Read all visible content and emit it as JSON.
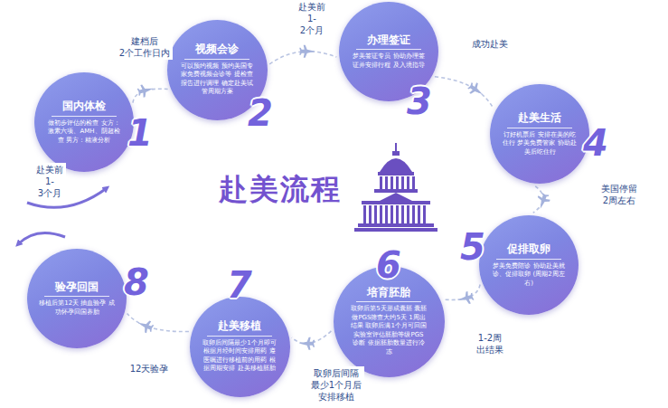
{
  "diagram": {
    "title": "赴美流程",
    "nodes": [
      {
        "text": [
          "国内体检",
          "做初步评估的检查 女方：激素六项、AMH、阴超检查 男方：精液分析",
          "1"
        ]
      },
      {
        "text": [
          "视频会诊",
          "可以预约视频 预约美国专家免费视频会诊等 提检查报告进行调理 确定赴美试管周期方案",
          "2"
        ]
      },
      {
        "text": [
          "办理签证",
          "梦美签证专员 协助办理签证并安排行程 及入境指导",
          "3"
        ]
      },
      {
        "text": [
          "赴美生活",
          "订好机票后 安排在美的吃住行 梦美免费管家 协助赴美后吃住行",
          "4"
        ]
      },
      {
        "text": [
          "促排取卵",
          "梦美免费陪诊 协助赴美就诊、促排取卵 (周期2周左右)",
          "5"
        ]
      },
      {
        "text": [
          "培育胚胎",
          "取卵后第5天形成囊胚 囊胚做PGS筛查大约5天 1周出结果 取卵后满1个月可回国 实验室评估胚胎等级PGS诊断 依据胚胎数量进行冷冻",
          "6"
        ]
      },
      {
        "text": [
          "赴美移植",
          "取卵后间隔最少1个月即可根据月经时间安排用药 遵医嘱进行移植前的用药 根据周期安排 赴美移植胚胎",
          "7"
        ]
      },
      {
        "text": [
          "验孕回国",
          "移植后第12天 抽血验孕 成功怀孕回国养胎",
          "8"
        ]
      }
    ],
    "edges": [
      {
        "from": 0,
        "to": 1,
        "label": "建档后 2个工作日内",
        "arrow": "to"
      },
      {
        "from": 1,
        "to": 2,
        "label": "赴美前 1-2个月",
        "arrow": "to"
      },
      {
        "from": 2,
        "to": 3,
        "label": "成功赴美",
        "arrow": "to"
      },
      {
        "from": 3,
        "to": 4,
        "label": "美国停留 2周左右",
        "arrow": "to"
      },
      {
        "from": 4,
        "to": 5,
        "label": "1-2周 出结果",
        "arrow": "to"
      },
      {
        "from": 5,
        "to": 6,
        "label": "取卵后间隔 最少1个月后 安排移植",
        "arrow": "to"
      },
      {
        "from": 6,
        "to": 7,
        "label": "12天验孕",
        "arrow": "to"
      }
    ],
    "labels": [
      "赴美前 1-3个月"
    ]
  }
}
